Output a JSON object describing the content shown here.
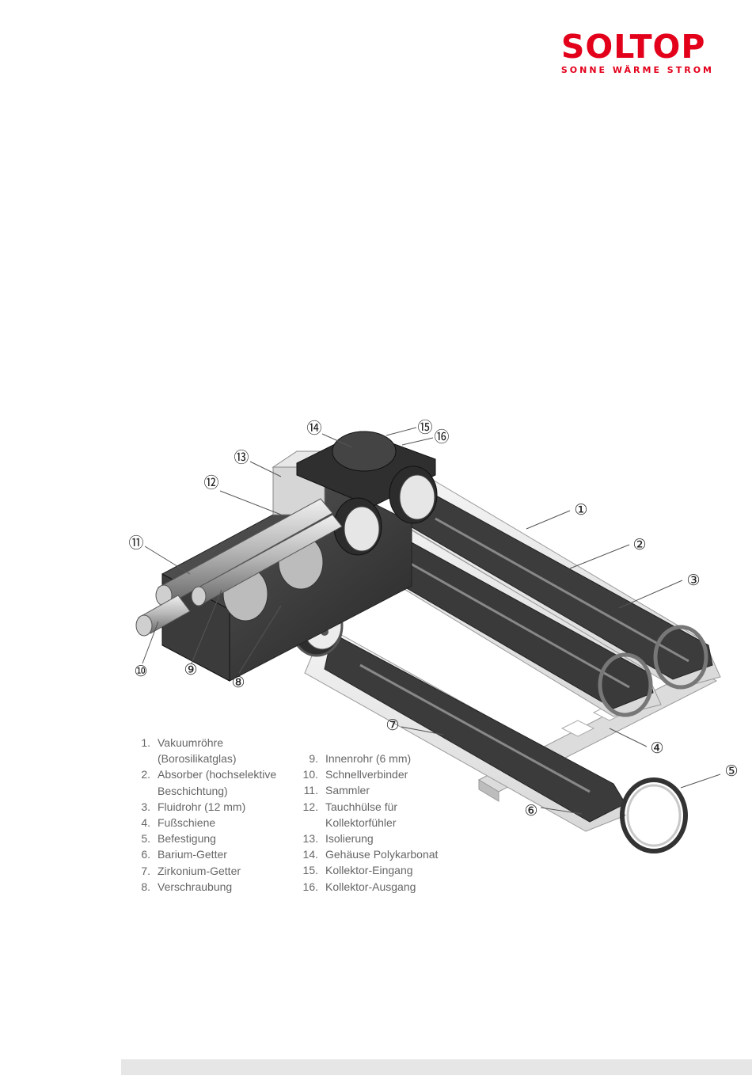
{
  "brand": {
    "name": "SOLTOP",
    "tagline": "SONNE WÄRME STROM",
    "color": "#e3001b"
  },
  "callouts": [
    "①",
    "②",
    "③",
    "④",
    "⑤",
    "⑥",
    "⑦",
    "⑧",
    "⑨",
    "⑩",
    "⑪",
    "⑫",
    "⑬",
    "⑭",
    "⑮",
    "⑯"
  ],
  "legend_left": [
    {
      "num": "1.",
      "text": "Vakuumröhre",
      "cont": "(Borosilikatglas)"
    },
    {
      "num": "2.",
      "text": "Absorber (hochselektive",
      "cont": "Beschichtung)"
    },
    {
      "num": "3.",
      "text": "Fluidrohr (12 mm)"
    },
    {
      "num": "4.",
      "text": "Fußschiene"
    },
    {
      "num": "5.",
      "text": "Befestigung"
    },
    {
      "num": "6.",
      "text": "Barium-Getter"
    },
    {
      "num": "7.",
      "text": "Zirkonium-Getter"
    },
    {
      "num": "8.",
      "text": "Verschraubung"
    }
  ],
  "legend_right": [
    {
      "num": "9.",
      "text": "Innenrohr (6 mm)"
    },
    {
      "num": "10.",
      "text": "Schnellverbinder"
    },
    {
      "num": "11.",
      "text": "Sammler"
    },
    {
      "num": "12.",
      "text": "Tauchhülse für",
      "cont": "Kollektorfühler"
    },
    {
      "num": "13.",
      "text": "Isolierung"
    },
    {
      "num": "14.",
      "text": "Gehäuse Polykarbonat"
    },
    {
      "num": "15.",
      "text": "Kollektor-Eingang"
    },
    {
      "num": "16.",
      "text": "Kollektor-Ausgang"
    }
  ]
}
